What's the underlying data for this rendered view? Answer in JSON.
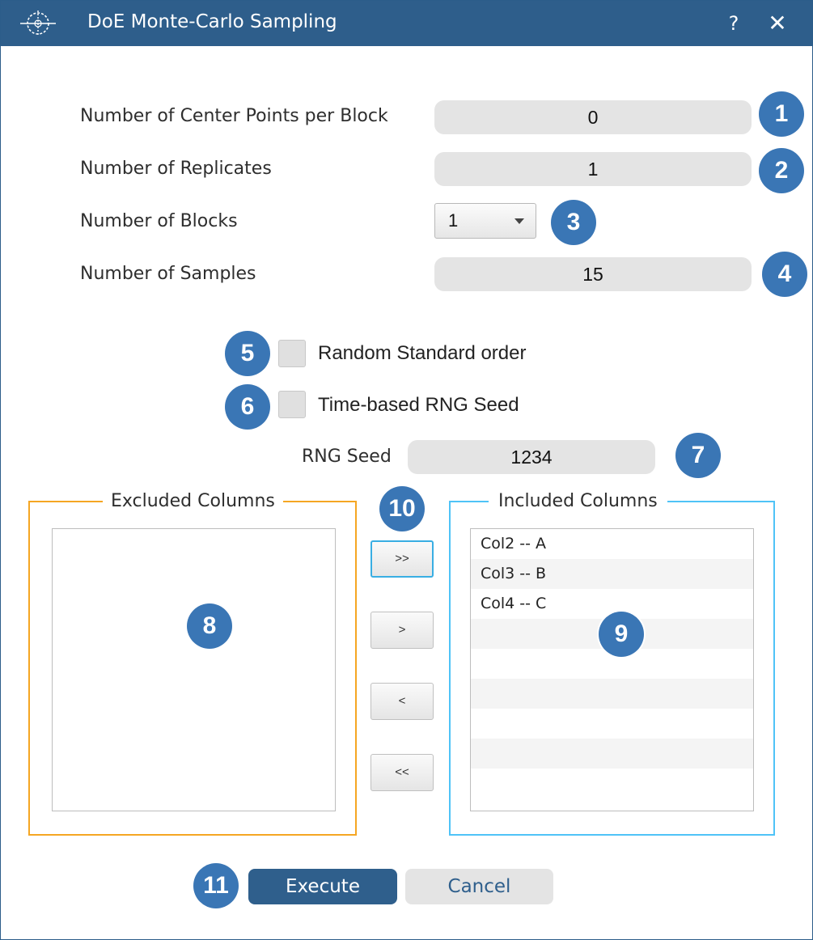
{
  "window": {
    "title": "DoE Monte-Carlo Sampling",
    "help_label": "?",
    "close_label": "✕",
    "app_icon": "circle-target-icon"
  },
  "fields": {
    "center_points": {
      "label": "Number of Center Points per Block",
      "value": "0",
      "badge": "1"
    },
    "replicates": {
      "label": "Number of Replicates",
      "value": "1",
      "badge": "2"
    },
    "blocks": {
      "label": "Number of Blocks",
      "value": "1",
      "badge": "3"
    },
    "samples": {
      "label": "Number of Samples",
      "value": "15",
      "badge": "4"
    }
  },
  "options": {
    "random_order": {
      "label": "Random Standard order",
      "checked": false,
      "badge": "5"
    },
    "time_seed": {
      "label": "Time-based RNG Seed",
      "checked": false,
      "badge": "6"
    }
  },
  "rng_seed": {
    "label": "RNG Seed",
    "value": "1234",
    "badge": "7"
  },
  "excluded": {
    "title": "Excluded Columns",
    "items": [],
    "badge": "8"
  },
  "included": {
    "title": "Included Columns",
    "items": [
      "Col2 -- A",
      "Col3 -- B",
      "Col4 -- C"
    ],
    "badge": "9"
  },
  "move_buttons": {
    "badge": "10",
    "move_all_right": ">>",
    "move_right": ">",
    "move_left": "<",
    "move_all_left": "<<"
  },
  "actions": {
    "badge": "11",
    "execute": "Execute",
    "cancel": "Cancel"
  },
  "colors": {
    "titlebar": "#2e5e8b",
    "badge": "#3a76b5",
    "excluded_border": "#f5a623",
    "included_border": "#4fc3f7"
  }
}
